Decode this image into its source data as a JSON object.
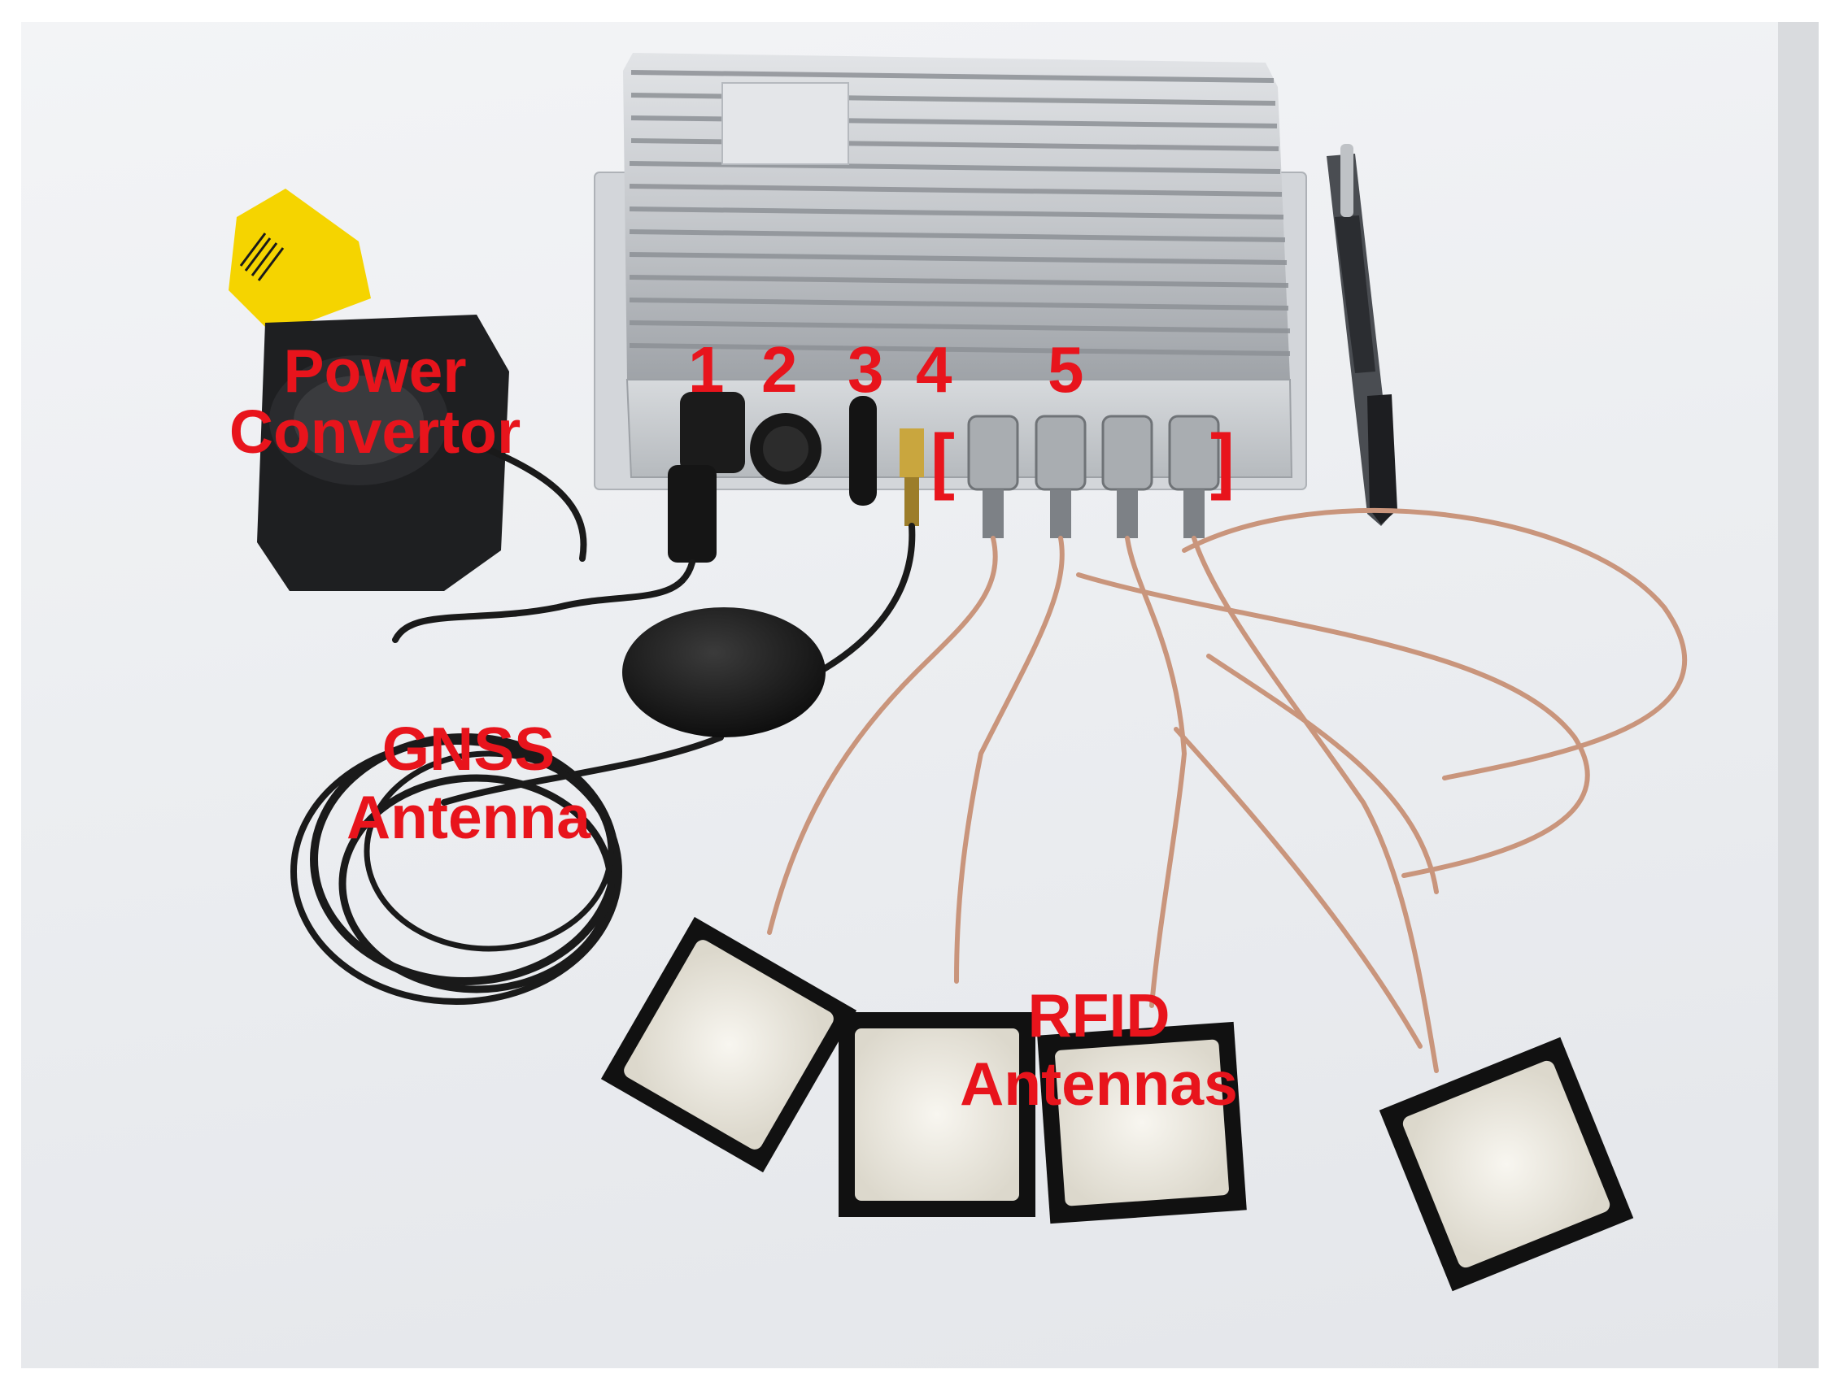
{
  "labels": {
    "power": [
      "Power",
      "Convertor"
    ],
    "gnss": [
      "GNSS",
      "Antenna"
    ],
    "rfid": [
      "RFID",
      "Antennas"
    ],
    "ports": [
      "1",
      "2",
      "3",
      "4",
      "5"
    ],
    "bracket_open": "[",
    "bracket_close": "]"
  },
  "colors": {
    "label": "#e8141c",
    "enclosure": "#c9ccd0",
    "cable_rf": "#c9957c",
    "cable_black": "#1a1a1a",
    "antenna_face": "#efece4",
    "tag": "#f5d400"
  }
}
